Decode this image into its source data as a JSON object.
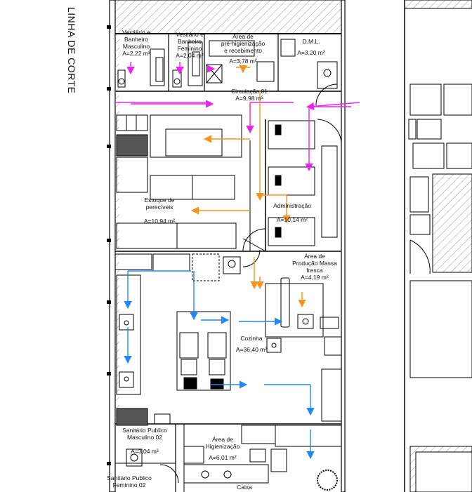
{
  "section_cut_label": "LINHA DE CORTE",
  "rooms": [
    {
      "id": "vest-masc",
      "name": "Vestiário e Banheiro Masculino",
      "lines": [
        "Vestiário e",
        "Banheiro",
        "Masculino"
      ],
      "area": "A=2,22 m²"
    },
    {
      "id": "vest-fem",
      "name": "Vestiário e Banheiro Feminino",
      "lines": [
        "Vestiário e",
        "Banheiro",
        "Feminino"
      ],
      "area": "A=2,04 m²"
    },
    {
      "id": "pre-hig",
      "name": "Área de pré-higienização e recebimento",
      "lines": [
        "Área de",
        "pré-higienização",
        "e recebimento"
      ],
      "area": "A=3,78 m²"
    },
    {
      "id": "dml",
      "name": "D.M.L.",
      "lines": [
        "D.M.L."
      ],
      "area": "A=3,20 m²"
    },
    {
      "id": "circ",
      "name": "Circulação 01",
      "lines": [
        "Circulação 01"
      ],
      "area": "A=9,98 m²"
    },
    {
      "id": "estoque",
      "name": "Estoque de perecíveis",
      "lines": [
        "Estoque de",
        "perecíveis"
      ],
      "area": "A=10,94 m²"
    },
    {
      "id": "admin",
      "name": "Administração",
      "lines": [
        "Administração"
      ],
      "area": "A=10,14 m²"
    },
    {
      "id": "massa",
      "name": "Área de Produção Massa fresca",
      "lines": [
        "Área de",
        "Produção Massa",
        "fresca"
      ],
      "area": "A=4,19 m²"
    },
    {
      "id": "cozinha",
      "name": "Cozinha",
      "lines": [
        "Cozinha"
      ],
      "area": "A=36,40 m²"
    },
    {
      "id": "sanit-masc",
      "name": "Sanitário Publico Masculino 02",
      "lines": [
        "Sanitário Publico",
        "Masculino 02"
      ],
      "area": "A=3,04 m²"
    },
    {
      "id": "hig",
      "name": "Área de Higienização",
      "lines": [
        "Área de",
        "Higienização"
      ],
      "area": "A=6,01 m²"
    },
    {
      "id": "sanit-fem",
      "name": "Sanitário Publico Feminino 02",
      "lines": [
        "Sanitário Publico",
        "Feminino 02"
      ],
      "area": ""
    },
    {
      "id": "caixa",
      "name": "Caixa",
      "lines": [
        "Caixa"
      ],
      "area": ""
    }
  ],
  "flow_colors": {
    "staff": "#ee22ee",
    "supplies": "#f7941d",
    "kitchen": "#1e88ff"
  }
}
